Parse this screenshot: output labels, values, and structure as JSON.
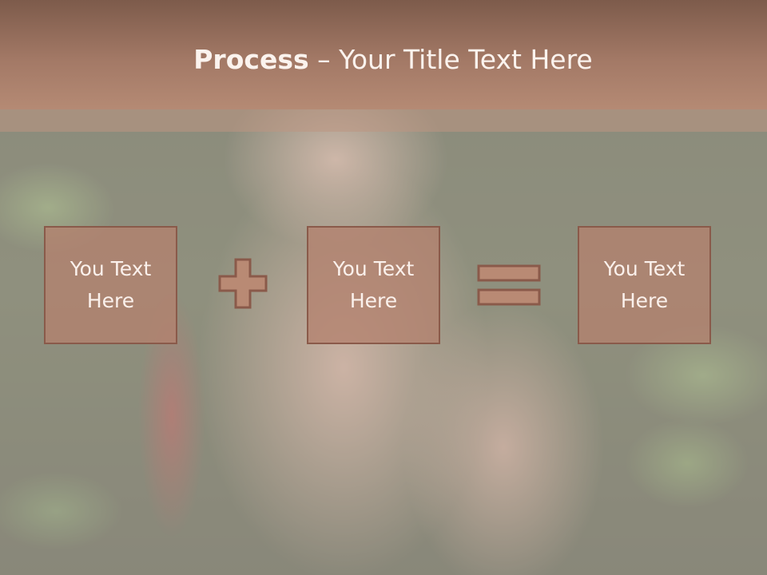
{
  "slide": {
    "title_bold": "Process",
    "title_rest": " – Your Title Text Here",
    "boxes": [
      {
        "text": "You Text Here"
      },
      {
        "text": "You Text Here"
      },
      {
        "text": "You Text Here"
      }
    ],
    "operators": [
      "plus-icon",
      "equals-icon"
    ],
    "colors": {
      "title_bar": "#a37966",
      "box_fill": "#b4826e",
      "box_border": "#8a5a4a",
      "text": "#fbf3ee"
    }
  }
}
